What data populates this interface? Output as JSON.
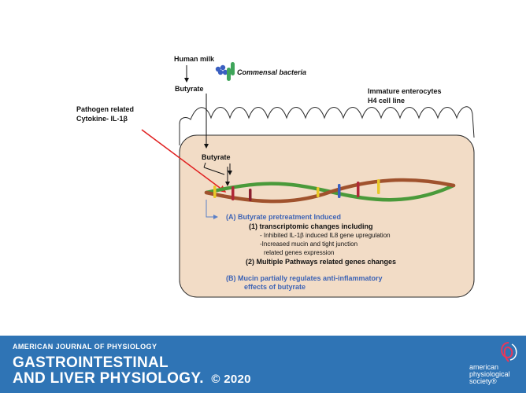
{
  "diagram": {
    "human_milk": "Human milk",
    "commensal_bacteria": "Commensal bacteria",
    "butyrate_top": "Butyrate",
    "immature_enterocytes": "Immature enterocytes",
    "h4_cell_line": "H4 cell line",
    "pathogen_line1": "Pathogen related",
    "pathogen_line2": "Cytokine- IL-1β",
    "butyrate_cell": "Butyrate",
    "a_title": "(A) Butyrate pretreatment Induced",
    "a1": "(1)  transcriptomic changes including",
    "a1_b1": "- Inhibited IL-1β induced  IL8 gene upregulation",
    "a1_b2": "-Increased mucin and tight junction",
    "a1_b3": "related genes expression",
    "a2": "(2) Multiple Pathways related genes changes",
    "b_line1": "(B) Mucin partially regulates anti-inflammatory",
    "b_line2": "effects of butyrate"
  },
  "footer": {
    "journal_line1": "AMERICAN JOURNAL OF PHYSIOLOGY",
    "journal_line2": "GASTROINTESTINAL",
    "journal_line3": "AND LIVER PHYSIOLOGY.",
    "copyright": "© 2020",
    "society_line1": "american",
    "society_line2": "physiological",
    "society_line3": "society®"
  },
  "colors": {
    "cell_fill": "#f2dcc6",
    "footer_bg": "#2f74b5",
    "blue_text": "#3d63b5",
    "pathogen_arrow": "#e02020",
    "dna_green": "#4a9a3a",
    "dna_brown": "#a0522d"
  }
}
